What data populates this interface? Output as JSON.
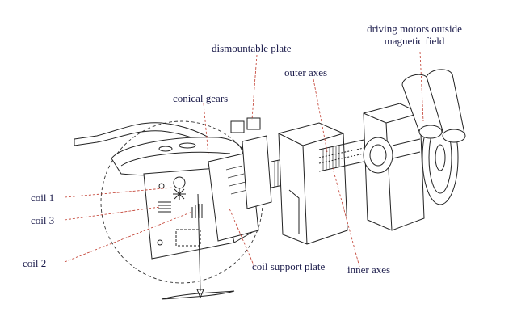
{
  "labels": {
    "driving_motors_l1": "driving motors outside",
    "driving_motors_l2": "magnetic field",
    "dismountable_plate": "dismountable plate",
    "outer_axes": "outer axes",
    "conical_gears": "conical gears",
    "coil_1": "coil 1",
    "coil_3": "coil 3",
    "coil_2": "coil 2",
    "coil_support_plate": "coil support plate",
    "inner_axes": "inner axes"
  },
  "colors": {
    "line_art": "#222222",
    "leader_lines": "#c0392b",
    "label_text": "#1a1a4a"
  }
}
